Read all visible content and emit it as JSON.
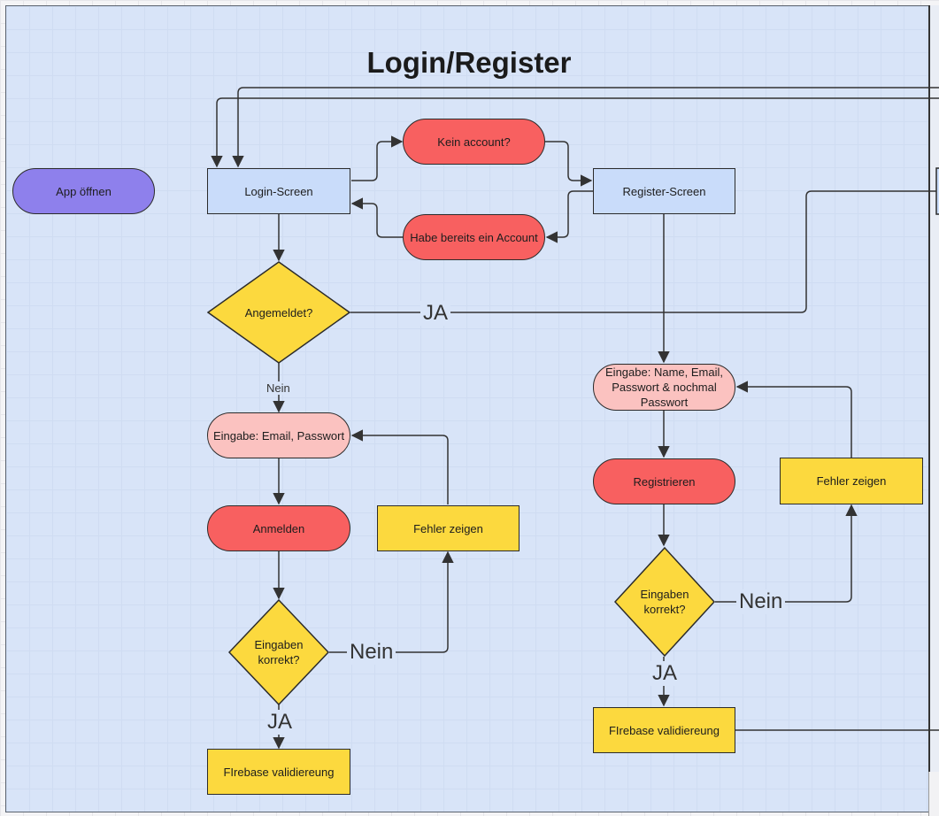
{
  "title": "Login/Register",
  "colors": {
    "purple": "#8e80ec",
    "blue": "#c9dcfa",
    "red": "#f86060",
    "pink": "#fbc2c0",
    "yellow": "#fcd93e"
  },
  "nodes": {
    "app_open": "App öffnen",
    "login_screen": "Login-Screen",
    "no_account": "Kein account?",
    "have_account": "Habe bereits ein Account",
    "register_screen": "Register-Screen",
    "logged_in_q": "Angemeldet?",
    "login_input": "Eingabe: Email, Passwort",
    "login_button": "Anmelden",
    "login_error": "Fehler zeigen",
    "login_valid_q": "Eingaben korrekt?",
    "login_firebase": "FIrebase validiereung",
    "register_input": "Eingabe: Name, Email, Passwort & nochmal Passwort",
    "register_button": "Registrieren",
    "register_error": "Fehler zeigen",
    "register_valid_q": "Eingaben korrekt?",
    "register_firebase": "FIrebase validiereung"
  },
  "edge_labels": {
    "logged_in_yes": "JA",
    "logged_in_no": "Nein",
    "login_no": "Nein",
    "login_yes": "JA",
    "register_no": "Nein",
    "register_yes": "JA"
  }
}
